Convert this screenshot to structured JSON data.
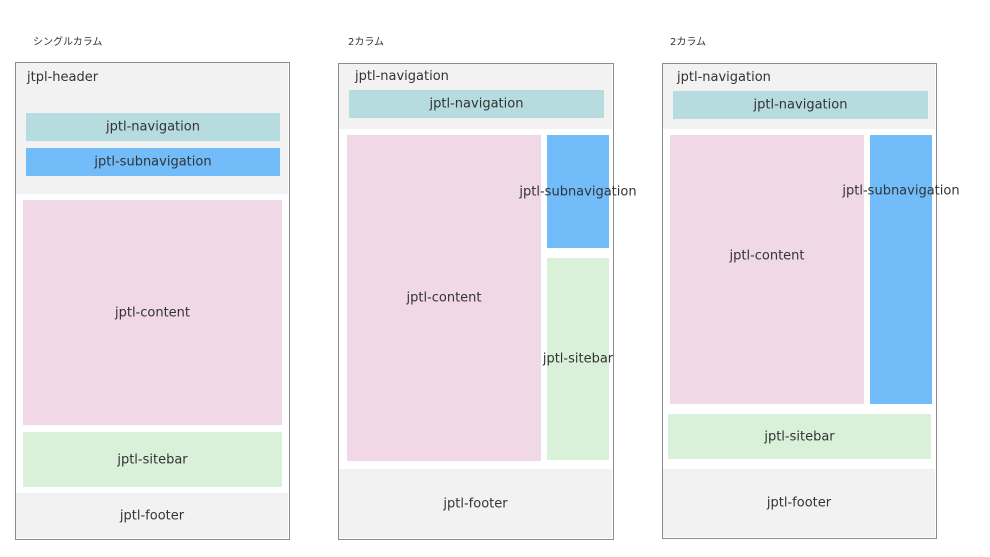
{
  "layouts": [
    {
      "caption": "シングルカラム",
      "header_label": "jtpl-header",
      "navigation": "jptl-navigation",
      "subnavigation": "jptl-subnavigation",
      "content": "jptl-content",
      "sitebar": "jptl-sitebar",
      "footer": "jptl-footer"
    },
    {
      "caption": "2カラム",
      "header_label": "jptl-navigation",
      "navigation": "jptl-navigation",
      "subnavigation": "jptl-subnavigation",
      "content": "jptl-content",
      "sitebar": "jptl-sitebar",
      "footer": "jptl-footer"
    },
    {
      "caption": "2カラム",
      "header_label": "jptl-navigation",
      "navigation": "jptl-navigation",
      "subnavigation": "jptl-subnavigation",
      "content": "jptl-content",
      "sitebar": "jptl-sitebar",
      "footer": "jptl-footer"
    }
  ],
  "colors": {
    "navigation": "#b7dce0",
    "subnavigation": "#72bdf9",
    "content": "#f0d8e6",
    "sitebar": "#d9f1d9",
    "header_footer": "#f2f2f2",
    "frame_border": "#8c8c8c"
  }
}
